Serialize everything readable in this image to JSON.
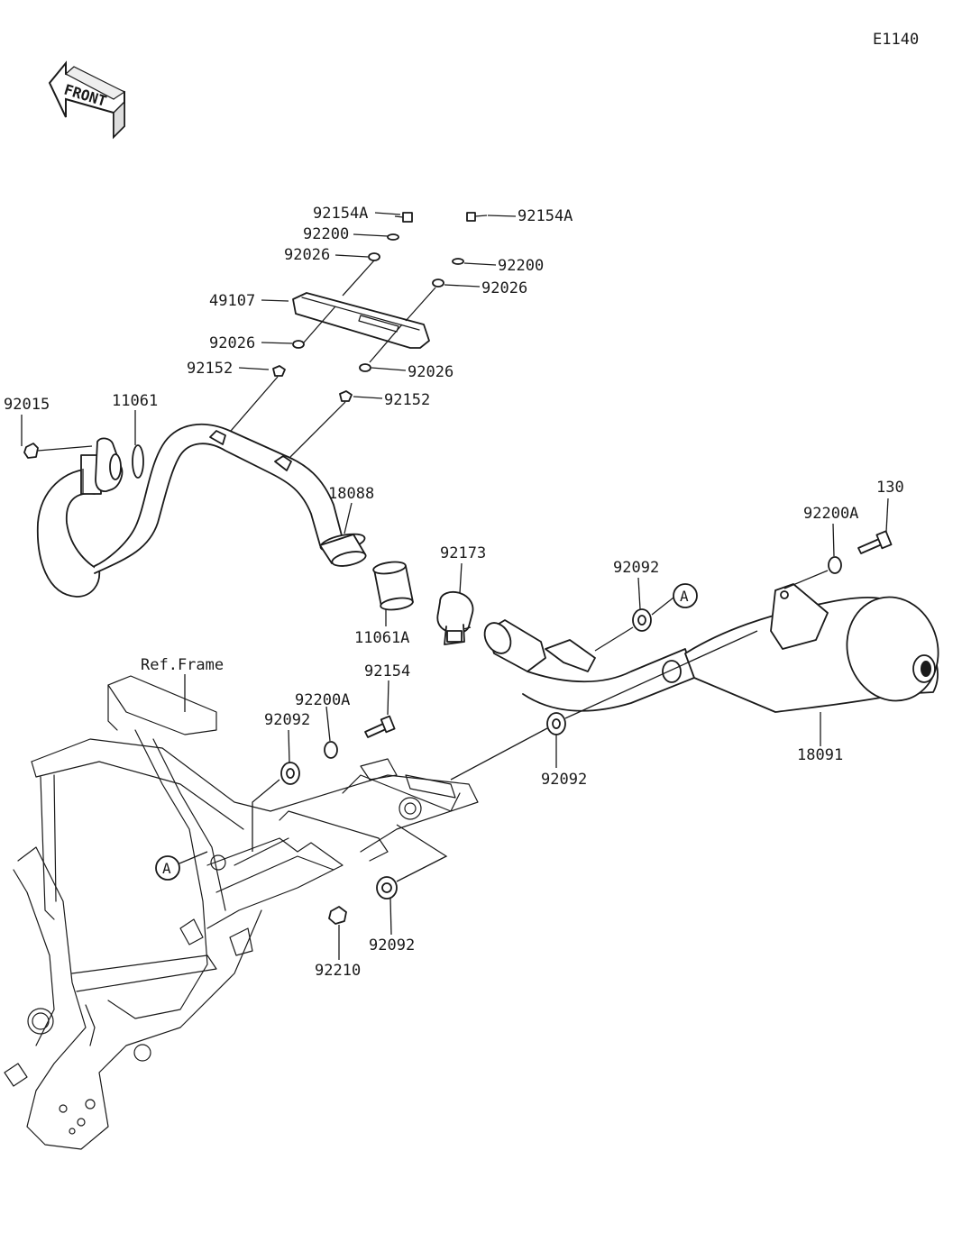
{
  "diagram_code": "E1140",
  "front_marker": "FRONT",
  "ref_frame_label": "Ref.Frame",
  "callout_marker": "A",
  "parts": {
    "p_92154A_a": "92154A",
    "p_92200_a": "92200",
    "p_92026_a": "92026",
    "p_49107": "49107",
    "p_92026_b": "92026",
    "p_92152_a": "92152",
    "p_92154A_b": "92154A",
    "p_92200_b": "92200",
    "p_92026_c": "92026",
    "p_92026_d": "92026",
    "p_92152_b": "92152",
    "p_92015": "92015",
    "p_11061": "11061",
    "p_18088": "18088",
    "p_11061A": "11061A",
    "p_92173": "92173",
    "p_92092_a": "92092",
    "p_92200A_a": "92200A",
    "p_130": "130",
    "p_18091": "18091",
    "p_92154": "92154",
    "p_92200A_b": "92200A",
    "p_92092_b": "92092",
    "p_92092_c": "92092",
    "p_92092_d": "92092",
    "p_92210": "92210"
  }
}
